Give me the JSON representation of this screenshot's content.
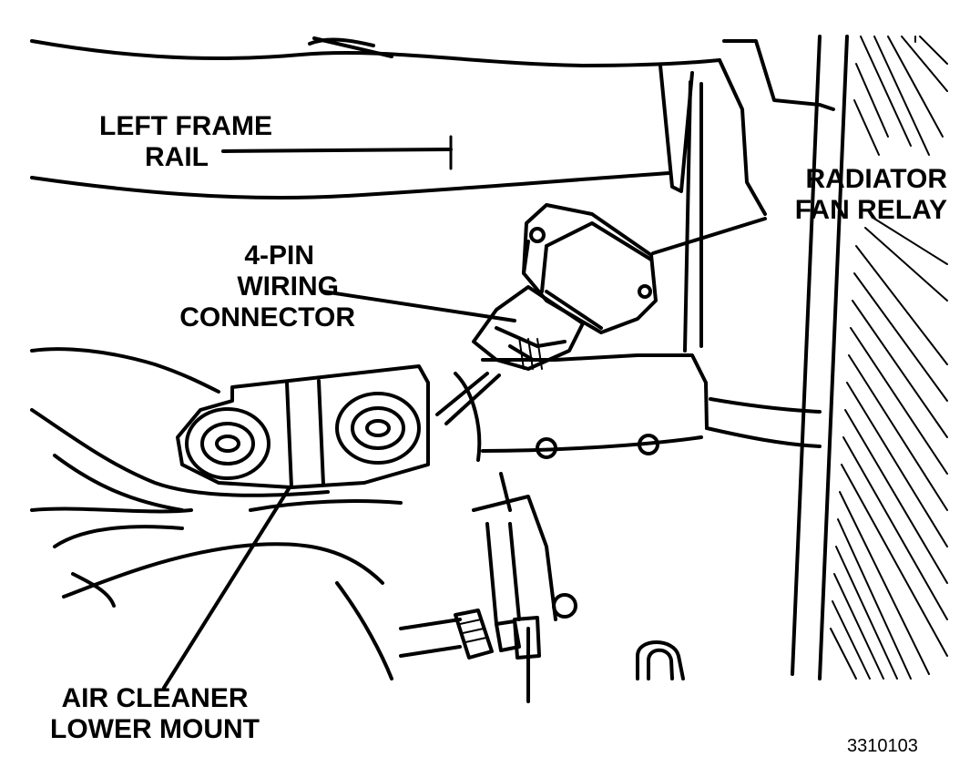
{
  "labels": {
    "left_frame_rail": [
      "LEFT FRAME",
      "RAIL"
    ],
    "radiator_fan_relay": [
      "RADIATOR",
      "FAN RELAY"
    ],
    "wiring_connector": [
      "4-PIN",
      "WIRING",
      "CONNECTOR"
    ],
    "air_cleaner_mount": [
      "AIR CLEANER",
      "LOWER MOUNT"
    ]
  },
  "figure_number": "3310103"
}
